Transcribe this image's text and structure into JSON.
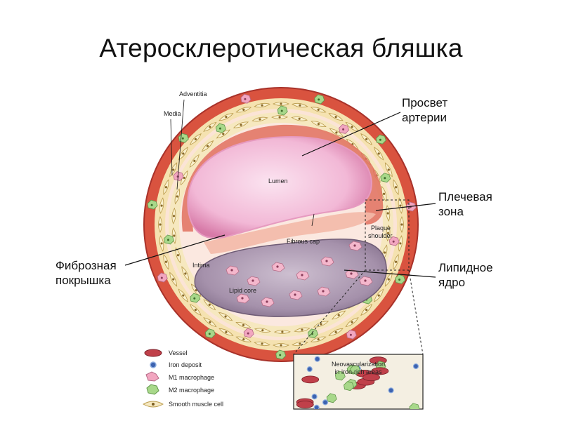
{
  "title": "Атеросклеротическая бляшка",
  "callouts": {
    "lumen": [
      "Просвет",
      "артерии"
    ],
    "shoulder": [
      "Плечевая",
      "зона"
    ],
    "fibrous_cap": [
      "Фиброзная",
      "покрышка"
    ],
    "lipid_core": [
      "Липидное",
      "ядро"
    ]
  },
  "inner_labels": {
    "adventitia": "Adventitia",
    "media": "Media",
    "lumen": "Lumen",
    "fibrous_cap": "Fibrous cap",
    "plaque_shoulder_1": "Plaque",
    "plaque_shoulder_2": "shoulder",
    "intima": "Intima",
    "lipid_core": "Lipid core"
  },
  "inset": {
    "line1": "Neovascularization",
    "line2": "in iron-rich areas"
  },
  "legend": [
    {
      "label": "Vessel",
      "icon": "vessel-icon"
    },
    {
      "label": "Iron deposit",
      "icon": "iron-deposit-icon"
    },
    {
      "label": "M1 macrophage",
      "icon": "m1-macrophage-icon"
    },
    {
      "label": "M2 macrophage",
      "icon": "m2-macrophage-icon"
    },
    {
      "label": "Smooth muscle cell",
      "icon": "smooth-muscle-cell-icon"
    }
  ],
  "colors": {
    "adventitia": "#d9533f",
    "media_band": "#f6e6b8",
    "intima": "#fbe8e0",
    "lumen": "#f0b3d4",
    "lipid_core": "#9f8aa6",
    "m1_macrophage": "#f2a6c0",
    "m2_macrophage": "#a8d88a",
    "vessel": "#c0404a",
    "iron_deposit": "#3d63b0"
  }
}
